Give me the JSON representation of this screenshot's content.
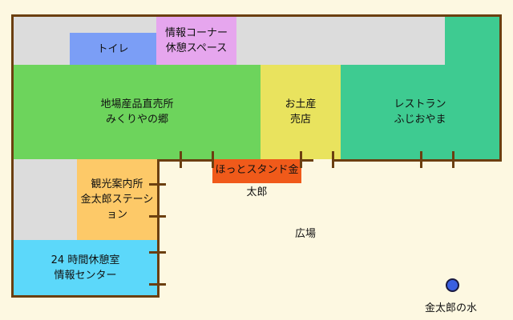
{
  "colors": {
    "background": "#fdf8e1",
    "wall": "#6b3f10",
    "gray_area": "#dcdcdc",
    "toilet": "#7b9ef6",
    "info_rest": "#e6a6ee",
    "market": "#6dd45c",
    "souvenir": "#e9e35e",
    "restaurant": "#3ecb91",
    "hot_stand": "#f05a1a",
    "tourist_info": "#fdc968",
    "rest_room_24h": "#5cd8fa",
    "water_spot": "#3a5fe0"
  },
  "rooms": {
    "toilet": "トイレ",
    "info_rest": "情報コーナー\n休憩スペース",
    "market": "地場産品直売所\nみくりやの郷",
    "souvenir": "お土産\n売店",
    "restaurant": "レストラン\nふじおやま",
    "hot_stand": "ほっとスタンド金太郎",
    "tourist_info": "観光案内所\n金太郎ステーション",
    "rest_room_24h": "24 時間休憩室\n情報センター"
  },
  "plaza": "広場",
  "water": "金太郎の水"
}
